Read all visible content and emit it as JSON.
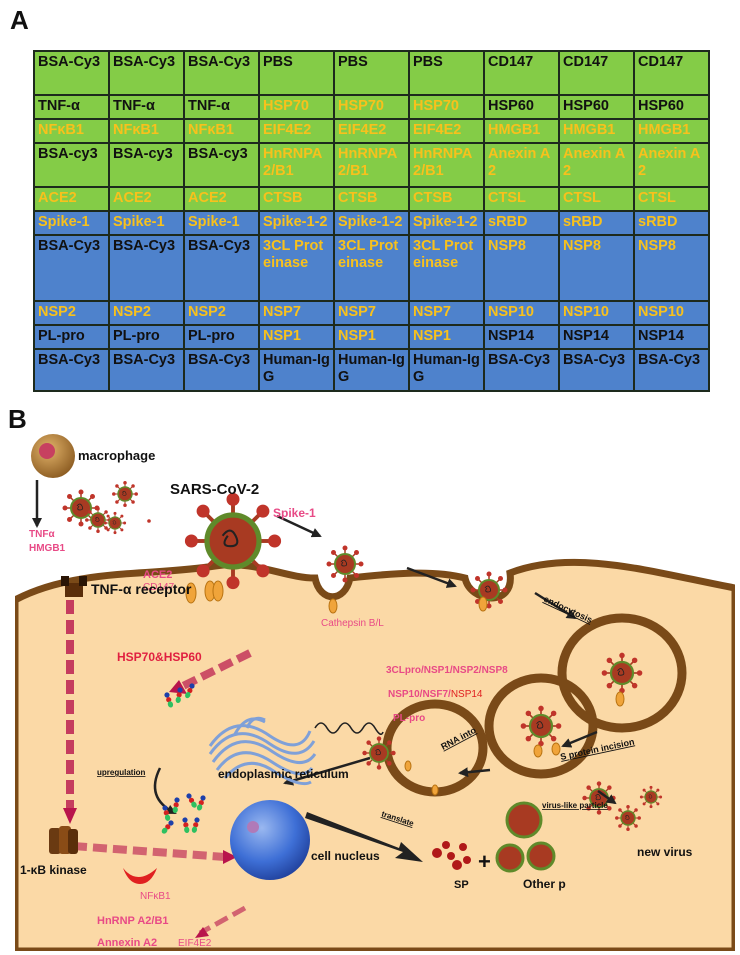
{
  "panel_a": {
    "label": "A",
    "rows": [
      {
        "bg": "green",
        "height": 44,
        "cells": [
          {
            "t": "BSA-Cy3",
            "c": "k"
          },
          {
            "t": "BSA-Cy3",
            "c": "k"
          },
          {
            "t": "BSA-Cy3",
            "c": "k"
          },
          {
            "t": "PBS",
            "c": "k"
          },
          {
            "t": "PBS",
            "c": "k"
          },
          {
            "t": "PBS",
            "c": "k"
          },
          {
            "t": "CD147",
            "c": "k"
          },
          {
            "t": "CD147",
            "c": "k"
          },
          {
            "t": "CD147",
            "c": "k"
          }
        ]
      },
      {
        "bg": "green",
        "height": 24,
        "cells": [
          {
            "t": "TNF-α",
            "c": "k"
          },
          {
            "t": "TNF-α",
            "c": "k"
          },
          {
            "t": "TNF-α",
            "c": "k"
          },
          {
            "t": "HSP70",
            "c": "y"
          },
          {
            "t": "HSP70",
            "c": "y"
          },
          {
            "t": "HSP70",
            "c": "y"
          },
          {
            "t": "HSP60",
            "c": "k"
          },
          {
            "t": "HSP60",
            "c": "k"
          },
          {
            "t": "HSP60",
            "c": "k"
          }
        ]
      },
      {
        "bg": "green",
        "height": 24,
        "cells": [
          {
            "t": "NFκB1",
            "c": "y"
          },
          {
            "t": "NFκB1",
            "c": "y"
          },
          {
            "t": "NFκB1",
            "c": "y"
          },
          {
            "t": "EIF4E2",
            "c": "y"
          },
          {
            "t": "EIF4E2",
            "c": "y"
          },
          {
            "t": "EIF4E2",
            "c": "y"
          },
          {
            "t": "HMGB1",
            "c": "y"
          },
          {
            "t": "HMGB1",
            "c": "y"
          },
          {
            "t": "HMGB1",
            "c": "y"
          }
        ]
      },
      {
        "bg": "green",
        "height": 44,
        "cells": [
          {
            "t": "BSA-cy3",
            "c": "k"
          },
          {
            "t": "BSA-cy3",
            "c": "k"
          },
          {
            "t": "BSA-cy3",
            "c": "k"
          },
          {
            "t": "HnRNPA2/B1",
            "c": "y"
          },
          {
            "t": "HnRNPA2/B1",
            "c": "y"
          },
          {
            "t": "HnRNPA2/B1",
            "c": "y"
          },
          {
            "t": "Anexin A2",
            "c": "y"
          },
          {
            "t": "Anexin A2",
            "c": "y"
          },
          {
            "t": "Anexin A2",
            "c": "y"
          }
        ]
      },
      {
        "bg": "green",
        "height": 24,
        "cells": [
          {
            "t": "ACE2",
            "c": "y"
          },
          {
            "t": "ACE2",
            "c": "y"
          },
          {
            "t": "ACE2",
            "c": "y"
          },
          {
            "t": "CTSB",
            "c": "y"
          },
          {
            "t": "CTSB",
            "c": "y"
          },
          {
            "t": "CTSB",
            "c": "y"
          },
          {
            "t": "CTSL",
            "c": "y"
          },
          {
            "t": "CTSL",
            "c": "y"
          },
          {
            "t": "CTSL",
            "c": "y"
          }
        ]
      },
      {
        "bg": "blue",
        "height": 24,
        "cells": [
          {
            "t": "Spike-1",
            "c": "y"
          },
          {
            "t": "Spike-1",
            "c": "y"
          },
          {
            "t": "Spike-1",
            "c": "y"
          },
          {
            "t": "Spike-1-2",
            "c": "y"
          },
          {
            "t": "Spike-1-2",
            "c": "y"
          },
          {
            "t": "Spike-1-2",
            "c": "y"
          },
          {
            "t": "sRBD",
            "c": "y"
          },
          {
            "t": "sRBD",
            "c": "y"
          },
          {
            "t": "sRBD",
            "c": "y"
          }
        ]
      },
      {
        "bg": "blue",
        "height": 66,
        "cells": [
          {
            "t": "BSA-Cy3",
            "c": "k"
          },
          {
            "t": "BSA-Cy3",
            "c": "k"
          },
          {
            "t": "BSA-Cy3",
            "c": "k"
          },
          {
            "t": "3CL Proteinase",
            "c": "y"
          },
          {
            "t": "3CL Proteinase",
            "c": "y"
          },
          {
            "t": "3CL Proteinase",
            "c": "y"
          },
          {
            "t": "NSP8",
            "c": "y"
          },
          {
            "t": "NSP8",
            "c": "y"
          },
          {
            "t": "NSP8",
            "c": "y"
          }
        ]
      },
      {
        "bg": "blue",
        "height": 24,
        "cells": [
          {
            "t": "NSP2",
            "c": "y"
          },
          {
            "t": "NSP2",
            "c": "y"
          },
          {
            "t": "NSP2",
            "c": "y"
          },
          {
            "t": "NSP7",
            "c": "y"
          },
          {
            "t": "NSP7",
            "c": "y"
          },
          {
            "t": "NSP7",
            "c": "y"
          },
          {
            "t": "NSP10",
            "c": "y"
          },
          {
            "t": "NSP10",
            "c": "y"
          },
          {
            "t": "NSP10",
            "c": "y"
          }
        ]
      },
      {
        "bg": "blue",
        "height": 24,
        "cells": [
          {
            "t": "PL-pro",
            "c": "k"
          },
          {
            "t": "PL-pro",
            "c": "k"
          },
          {
            "t": "PL-pro",
            "c": "k"
          },
          {
            "t": "NSP1",
            "c": "y"
          },
          {
            "t": "NSP1",
            "c": "y"
          },
          {
            "t": "NSP1",
            "c": "y"
          },
          {
            "t": "NSP14",
            "c": "k"
          },
          {
            "t": "NSP14",
            "c": "k"
          },
          {
            "t": "NSP14",
            "c": "k"
          }
        ]
      },
      {
        "bg": "blue",
        "height": 42,
        "cells": [
          {
            "t": "BSA-Cy3",
            "c": "k"
          },
          {
            "t": "BSA-Cy3",
            "c": "k"
          },
          {
            "t": "BSA-Cy3",
            "c": "k"
          },
          {
            "t": "Human-IgG",
            "c": "k"
          },
          {
            "t": "Human-IgG",
            "c": "k"
          },
          {
            "t": "Human-IgG",
            "c": "k"
          },
          {
            "t": "BSA-Cy3",
            "c": "k"
          },
          {
            "t": "BSA-Cy3",
            "c": "k"
          },
          {
            "t": "BSA-Cy3",
            "c": "k"
          }
        ]
      }
    ]
  },
  "panel_b": {
    "label": "B",
    "macrophage": "macrophage",
    "sars_cov_2": "SARS-CoV-2",
    "spike_1": "Spike-1",
    "tnf_alpha": "TNFα",
    "hmgb1": "HMGB1",
    "ace2": "ACE2",
    "cd147": "CD147",
    "tnf_receptor": "TNF-α receptor",
    "cathepsin": "Cathepsin B/L",
    "endocytosis": "endocytosis",
    "s_protein_incision": "S protein incision",
    "nsp_line1": "3CLpro/NSP1/NSP2/NSP8",
    "nsp_line2a": "NSP10/NSF7/",
    "nsp_line2b": "NSP14",
    "nsp_line3": "PL-pro",
    "rna_into": "RNA into",
    "hsp": "HSP70&HSP60",
    "upregulation": "upregulation",
    "er": "endoplasmic reticulum",
    "translate": "translate",
    "nucleus": "cell nucleus",
    "kinase": "1-κB kinase",
    "nfkb1": "NFκB1",
    "sp": "SP",
    "plus": "+",
    "other_p": "Other p",
    "vlp": "virus-like particle",
    "new_virus": "new virus",
    "hnrnp": "HnRNP A2/B1",
    "annexin": "Annexin A2",
    "eif4e2": "EIF4E2"
  },
  "colors": {
    "green": "#84cc47",
    "blue": "#4e82cc",
    "yellow_text": "#f8c11c",
    "cell": "#fbd9a6",
    "membrane": "#7a4a18",
    "label_pink": "#e84a86",
    "arrow_crimson": "#b8144c",
    "virus_body": "#a83a22"
  }
}
